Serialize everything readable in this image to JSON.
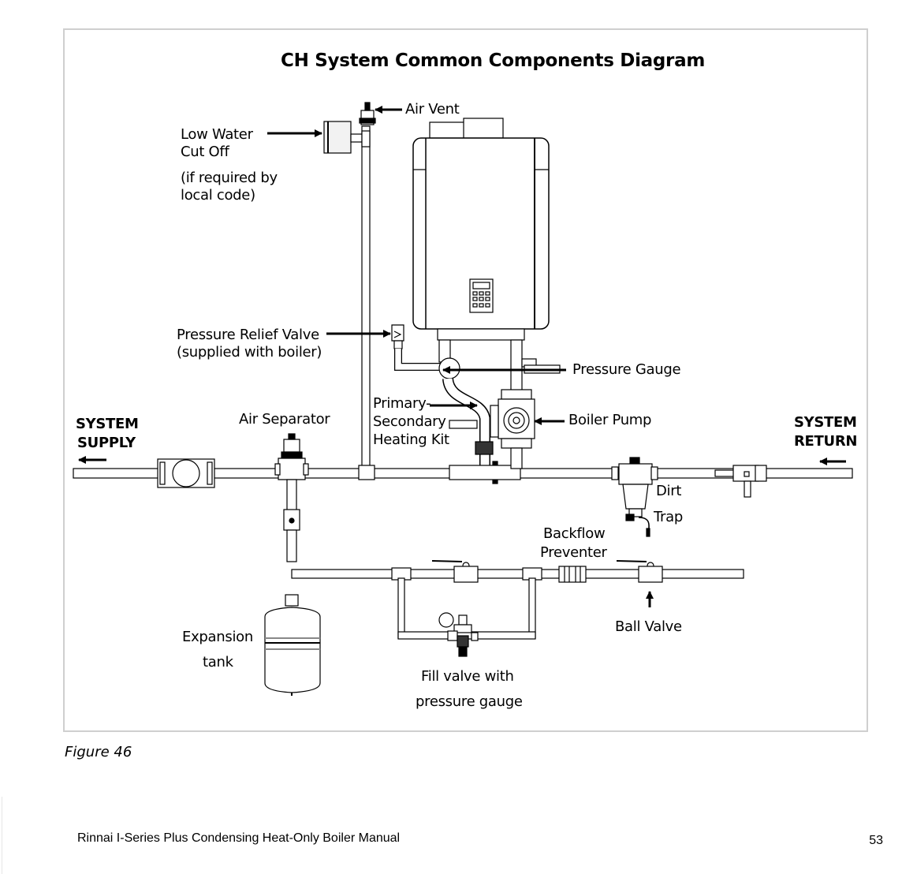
{
  "diagram": {
    "title": "CH System Common Components Diagram",
    "labels": {
      "air_vent": "Air Vent",
      "low_water_cut_off_line1": "Low Water",
      "low_water_cut_off_line2": "Cut Off",
      "low_water_note_line1": "(if required by",
      "low_water_note_line2": "local code)",
      "pressure_relief_line1": "Pressure Relief Valve",
      "pressure_relief_line2": "(supplied with boiler)",
      "pressure_gauge": "Pressure Gauge",
      "primary_secondary_line1": "Primary-",
      "primary_secondary_line2": "Secondary",
      "primary_secondary_line3": "Heating Kit",
      "boiler_pump": "Boiler Pump",
      "air_separator": "Air Separator",
      "system_supply_line1": "SYSTEM",
      "system_supply_line2": "SUPPLY",
      "system_return_line1": "SYSTEM",
      "system_return_line2": "RETURN",
      "dirt_trap_line1": "Dirt",
      "dirt_trap_line2": "Trap",
      "backflow_line1": "Backflow",
      "backflow_line2": "Preventer",
      "ball_valve": "Ball Valve",
      "expansion_tank_line1": "Expansion",
      "expansion_tank_line2": "tank",
      "fill_valve_line1": "Fill valve with",
      "fill_valve_line2": "pressure gauge"
    },
    "caption": "Figure 46"
  },
  "footer": {
    "manual_title": "Rinnai I-Series Plus Condensing Heat-Only Boiler Manual",
    "page_number": "53"
  }
}
